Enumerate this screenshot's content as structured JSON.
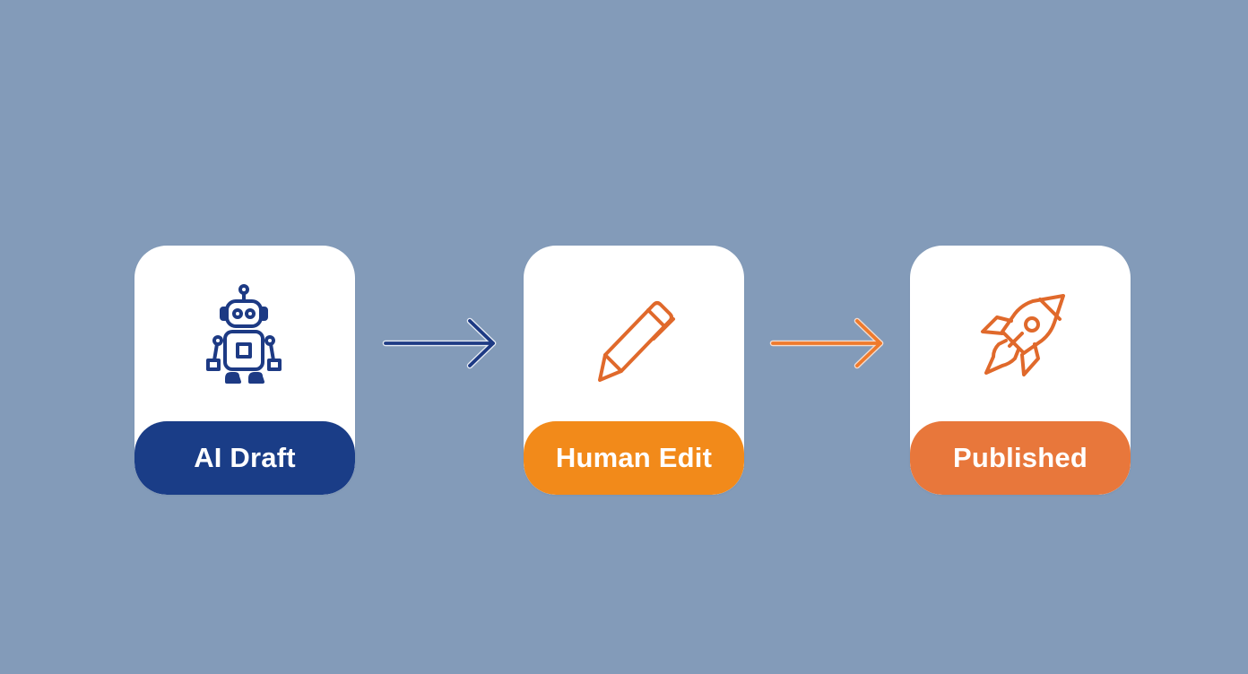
{
  "background_color": "#839bb9",
  "steps": [
    {
      "label": "AI Draft",
      "icon": "robot-icon",
      "icon_color": "#1d3a84",
      "label_bg": "#1a3d87"
    },
    {
      "label": "Human Edit",
      "icon": "pencil-icon",
      "icon_color": "#e0692b",
      "label_bg": "#f28a1a"
    },
    {
      "label": "Published",
      "icon": "rocket-icon",
      "icon_color": "#e0692b",
      "label_bg": "#e8773b"
    }
  ],
  "connectors": [
    {
      "from": "AI Draft",
      "to": "Human Edit",
      "icon": "arrow-right-icon",
      "color": "#1d3a84"
    },
    {
      "from": "Human Edit",
      "to": "Published",
      "icon": "arrow-right-icon",
      "color": "#ef7a2c"
    }
  ]
}
